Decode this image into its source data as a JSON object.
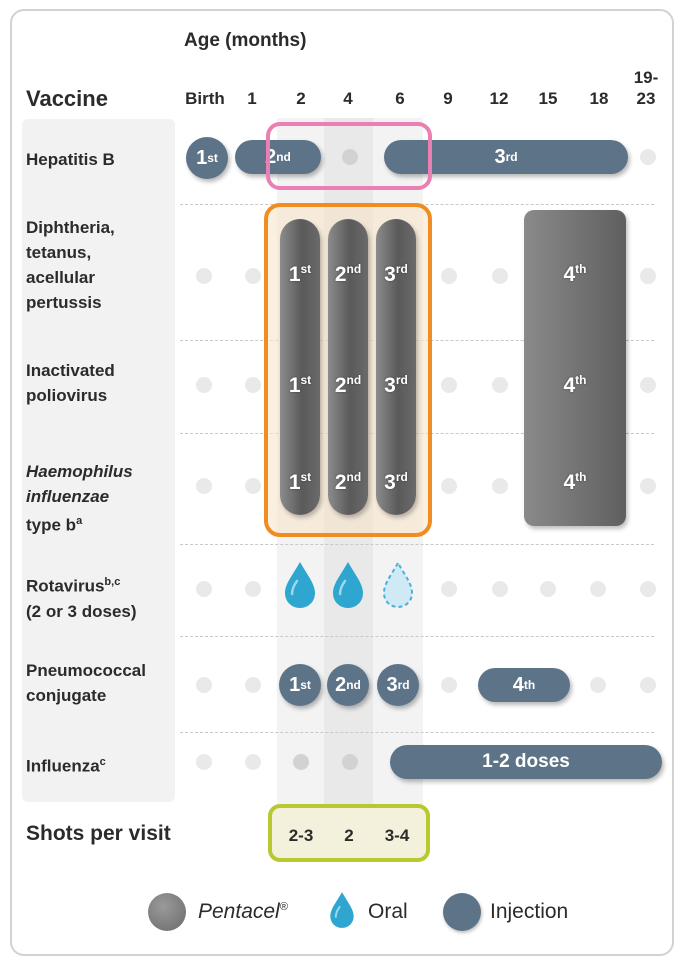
{
  "header": {
    "age_title": "Age (months)",
    "vaccine_title": "Vaccine",
    "columns": [
      "Birth",
      "1",
      "2",
      "4",
      "6",
      "9",
      "12",
      "15",
      "18",
      "19-",
      "23"
    ]
  },
  "rows": {
    "hepb": "Hepatitis B",
    "dtap": [
      "Diphtheria,",
      "tetanus,",
      "acellular",
      "pertussis"
    ],
    "ipv": [
      "Inactivated",
      "poliovirus"
    ],
    "hib_line1": "Haemophilus",
    "hib_line2": "influenzae",
    "hib_line3": "type b",
    "hib_sup": "a",
    "rota_line1": "Rotavirus",
    "rota_sup": "b,c",
    "rota_line2": "(2 or 3 doses)",
    "pcv": [
      "Pneumococcal",
      "conjugate"
    ],
    "flu": "Influenza",
    "flu_sup": "c"
  },
  "doses": {
    "first": "1",
    "first_sup": "st",
    "second": "2",
    "second_sup": "nd",
    "third": "3",
    "third_sup": "rd",
    "fourth": "4",
    "fourth_sup": "th",
    "flu_range": "1-2 doses"
  },
  "shots_per_visit": {
    "label": "Shots per visit",
    "values": [
      "2-3",
      "2",
      "3-4"
    ]
  },
  "legend": {
    "pentacel": "Pentacel",
    "pentacel_mark": "®",
    "oral": "Oral",
    "injection": "Injection"
  },
  "colors": {
    "injection": "#5d7488",
    "pentacel": "#6e6e6e",
    "oral": "#2fa6d0",
    "hepb_box": "#e97fb3",
    "pentacel_box": "#ef8c22",
    "shots_box": "#b8c82e"
  }
}
